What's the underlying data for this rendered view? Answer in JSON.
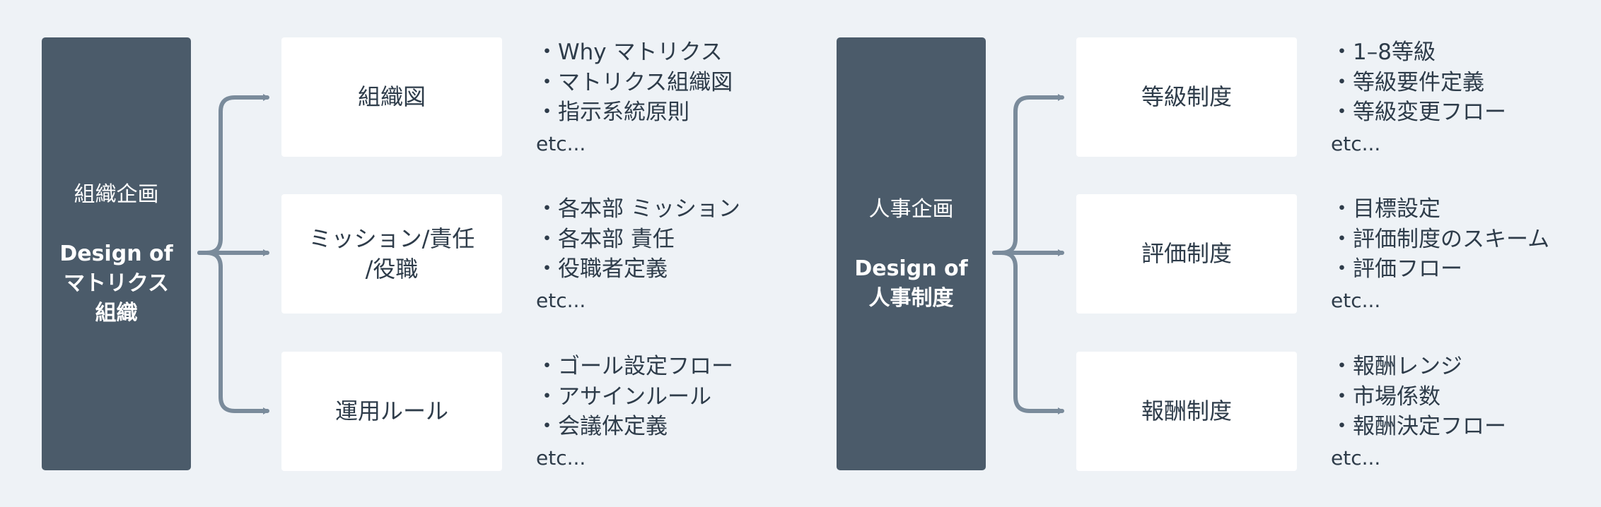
{
  "groups": [
    {
      "main": {
        "title": "組織企画",
        "subtitle": "Design of\nマトリクス\n組織"
      },
      "rows": [
        {
          "label": "組織図",
          "items": [
            "・Why マトリクス",
            "・マトリクス組織図",
            "・指示系統原則"
          ],
          "etc": "etc..."
        },
        {
          "label": "ミッション/責任\n/役職",
          "items": [
            "・各本部 ミッション",
            "・各本部 責任",
            "・役職者定義"
          ],
          "etc": "etc..."
        },
        {
          "label": "運用ルール",
          "items": [
            "・ゴール設定フロー",
            "・アサインルール",
            "・会議体定義"
          ],
          "etc": "etc..."
        }
      ]
    },
    {
      "main": {
        "title": "人事企画",
        "subtitle": "Design of\n人事制度"
      },
      "rows": [
        {
          "label": "等級制度",
          "items": [
            "・1–8等級",
            "・等級要件定義",
            "・等級変更フロー"
          ],
          "etc": "etc..."
        },
        {
          "label": "評価制度",
          "items": [
            "・目標設定",
            "・評価制度のスキーム",
            "・評価フロー"
          ],
          "etc": "etc..."
        },
        {
          "label": "報酬制度",
          "items": [
            "・報酬レンジ",
            "・市場係数",
            "・報酬決定フロー"
          ],
          "etc": "etc..."
        }
      ]
    }
  ],
  "colors": {
    "background": "#eef2f6",
    "main_box": "#4b5b6a",
    "connector": "#7a8b9b",
    "sub_box": "#ffffff",
    "text": "#2e3c4a"
  }
}
